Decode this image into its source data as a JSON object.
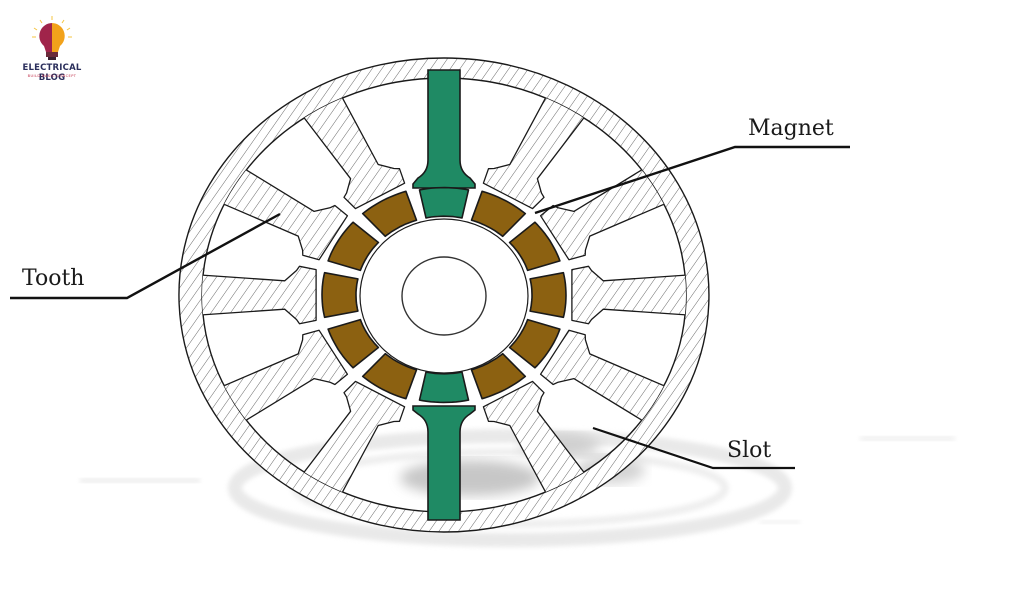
{
  "logo": {
    "title": "ELECTRICAL BLOG",
    "subtitle": "BUILD BASIC CONCEPT",
    "colors": {
      "bulb_left": "#a0244a",
      "bulb_right": "#f2a21b",
      "text": "#2b2f5c",
      "subtitle": "#c0304a"
    }
  },
  "diagram": {
    "subject": "Permanent magnet motor cross-section",
    "stator_teeth": 12,
    "rotor_segments": 12,
    "magnet_count": 10,
    "colors": {
      "magnet": "#8c6111",
      "pole": "#1f8a64",
      "outline": "#1a1a1a",
      "hatch": "#555555",
      "background": "#ffffff"
    }
  },
  "labels": {
    "magnet": "Magnet",
    "tooth": "Tooth",
    "slot": "Slot"
  }
}
